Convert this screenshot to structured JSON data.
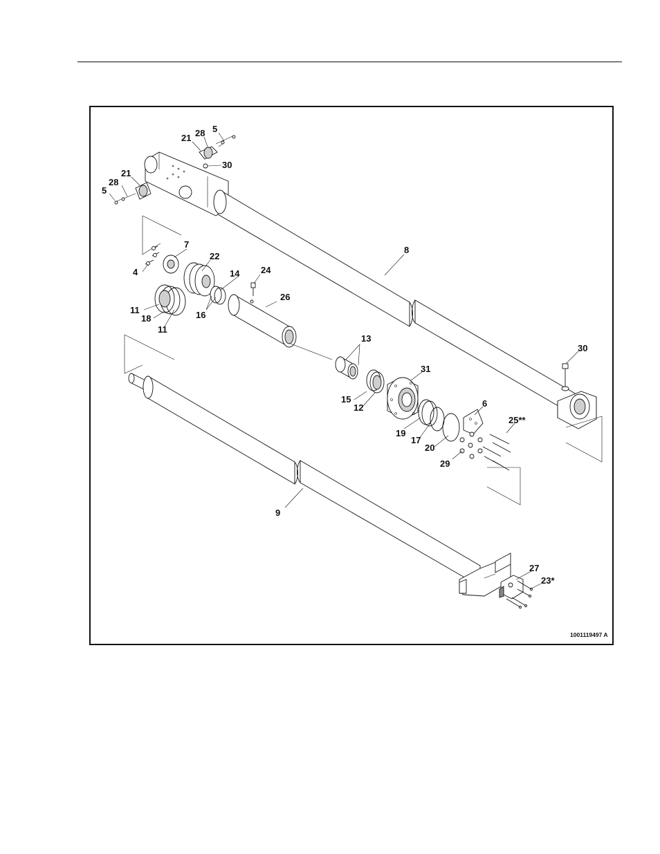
{
  "figure": {
    "figure_id": "1001119497 A",
    "callouts": [
      {
        "id": "c5a",
        "text": "5"
      },
      {
        "id": "c28a",
        "text": "28"
      },
      {
        "id": "c21a",
        "text": "21"
      },
      {
        "id": "c30a",
        "text": "30"
      },
      {
        "id": "c21b",
        "text": "21"
      },
      {
        "id": "c28b",
        "text": "28"
      },
      {
        "id": "c5b",
        "text": "5"
      },
      {
        "id": "c8",
        "text": "8"
      },
      {
        "id": "c7",
        "text": "7"
      },
      {
        "id": "c4",
        "text": "4"
      },
      {
        "id": "c22",
        "text": "22"
      },
      {
        "id": "c24",
        "text": "24"
      },
      {
        "id": "c14",
        "text": "14"
      },
      {
        "id": "c26",
        "text": "26"
      },
      {
        "id": "c11a",
        "text": "11"
      },
      {
        "id": "c18",
        "text": "18"
      },
      {
        "id": "c11b",
        "text": "11"
      },
      {
        "id": "c16",
        "text": "16"
      },
      {
        "id": "c13",
        "text": "13"
      },
      {
        "id": "c30b",
        "text": "30"
      },
      {
        "id": "c31",
        "text": "31"
      },
      {
        "id": "c15",
        "text": "15"
      },
      {
        "id": "c12",
        "text": "12"
      },
      {
        "id": "c6",
        "text": "6"
      },
      {
        "id": "c25",
        "text": "25**"
      },
      {
        "id": "c19",
        "text": "19"
      },
      {
        "id": "c17",
        "text": "17"
      },
      {
        "id": "c20",
        "text": "20"
      },
      {
        "id": "c29",
        "text": "29"
      },
      {
        "id": "c9",
        "text": "9"
      },
      {
        "id": "c27",
        "text": "27"
      },
      {
        "id": "c23",
        "text": "23*"
      }
    ]
  }
}
